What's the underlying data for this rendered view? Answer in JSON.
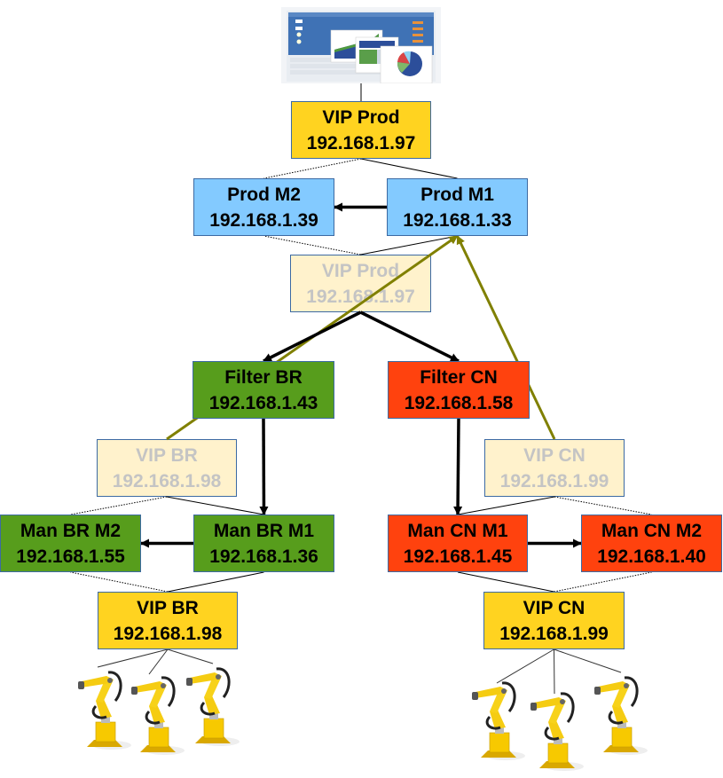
{
  "colors": {
    "vip": "#ffd320",
    "vip_ghost": "#fff2cc",
    "prod": "#83caff",
    "br": "#579d1c",
    "cn": "#ff420e",
    "replication_arrow": "#000000",
    "failover_arrow": "#808000",
    "border": "#3c6aa3"
  },
  "monitor": {
    "icon": "dashboard-screenshot-icon",
    "description": "Budget history dashboard with charts"
  },
  "nodes": [
    {
      "id": "vip-prod",
      "title": "VIP Prod",
      "ip": "192.168.1.97",
      "role": "vip",
      "ghost": false
    },
    {
      "id": "prod-m2",
      "title": "Prod M2",
      "ip": "192.168.1.39",
      "role": "prod",
      "ghost": false
    },
    {
      "id": "prod-m1",
      "title": "Prod M1",
      "ip": "192.168.1.33",
      "role": "prod",
      "ghost": false
    },
    {
      "id": "vip-prod-ghost",
      "title": "VIP Prod",
      "ip": "192.168.1.97",
      "role": "vip_ghost",
      "ghost": true
    },
    {
      "id": "filter-br",
      "title": "Filter BR",
      "ip": "192.168.1.43",
      "role": "br",
      "ghost": false
    },
    {
      "id": "filter-cn",
      "title": "Filter CN",
      "ip": "192.168.1.58",
      "role": "cn",
      "ghost": false
    },
    {
      "id": "vip-br-ghost",
      "title": "VIP BR",
      "ip": "192.168.1.98",
      "role": "vip_ghost",
      "ghost": true
    },
    {
      "id": "vip-cn-ghost",
      "title": "VIP CN",
      "ip": "192.168.1.99",
      "role": "vip_ghost",
      "ghost": true
    },
    {
      "id": "man-br-m2",
      "title": "Man BR M2",
      "ip": "192.168.1.55",
      "role": "br",
      "ghost": false
    },
    {
      "id": "man-br-m1",
      "title": "Man BR M1",
      "ip": "192.168.1.36",
      "role": "br",
      "ghost": false
    },
    {
      "id": "man-cn-m1",
      "title": "Man CN M1",
      "ip": "192.168.1.45",
      "role": "cn",
      "ghost": false
    },
    {
      "id": "man-cn-m2",
      "title": "Man CN M2",
      "ip": "192.168.1.40",
      "role": "cn",
      "ghost": false
    },
    {
      "id": "vip-br",
      "title": "VIP BR",
      "ip": "192.168.1.98",
      "role": "vip",
      "ghost": false
    },
    {
      "id": "vip-cn",
      "title": "VIP CN",
      "ip": "192.168.1.99",
      "role": "vip",
      "ghost": false
    }
  ],
  "edges": [
    {
      "from": "monitor",
      "to": "vip-prod",
      "style": "thin"
    },
    {
      "from": "vip-prod",
      "to": "prod-m2",
      "style": "dotted"
    },
    {
      "from": "vip-prod",
      "to": "prod-m1",
      "style": "thin"
    },
    {
      "from": "prod-m1",
      "to": "prod-m2",
      "style": "arrow-black"
    },
    {
      "from": "vip-prod-ghost",
      "to": "prod-m2",
      "style": "dotted"
    },
    {
      "from": "vip-prod-ghost",
      "to": "prod-m1",
      "style": "thin"
    },
    {
      "from": "vip-br-ghost",
      "to": "prod-m1",
      "style": "arrow-olive"
    },
    {
      "from": "vip-cn-ghost",
      "to": "prod-m1",
      "style": "arrow-olive"
    },
    {
      "from": "vip-prod-ghost",
      "to": "filter-br",
      "style": "arrow-black"
    },
    {
      "from": "vip-prod-ghost",
      "to": "filter-cn",
      "style": "arrow-black"
    },
    {
      "from": "filter-br",
      "to": "man-br-m1",
      "style": "arrow-black"
    },
    {
      "from": "filter-cn",
      "to": "man-cn-m1",
      "style": "arrow-black"
    },
    {
      "from": "vip-br-ghost",
      "to": "man-br-m2",
      "style": "dotted"
    },
    {
      "from": "vip-br-ghost",
      "to": "man-br-m1",
      "style": "thin"
    },
    {
      "from": "vip-cn-ghost",
      "to": "man-cn-m1",
      "style": "thin"
    },
    {
      "from": "vip-cn-ghost",
      "to": "man-cn-m2",
      "style": "dotted"
    },
    {
      "from": "man-br-m1",
      "to": "man-br-m2",
      "style": "arrow-black"
    },
    {
      "from": "man-cn-m1",
      "to": "man-cn-m2",
      "style": "arrow-black"
    },
    {
      "from": "vip-br",
      "to": "man-br-m2",
      "style": "dotted"
    },
    {
      "from": "vip-br",
      "to": "man-br-m1",
      "style": "thin"
    },
    {
      "from": "vip-cn",
      "to": "man-cn-m1",
      "style": "thin"
    },
    {
      "from": "vip-cn",
      "to": "man-cn-m2",
      "style": "dotted"
    },
    {
      "from": "vip-br",
      "to": "robots-br",
      "style": "thin"
    },
    {
      "from": "vip-cn",
      "to": "robots-cn",
      "style": "thin"
    }
  ],
  "robot_groups": [
    {
      "id": "robots-br",
      "count": 3,
      "icon": "industrial-robot-arm-icon"
    },
    {
      "id": "robots-cn",
      "count": 3,
      "icon": "industrial-robot-arm-icon"
    }
  ]
}
